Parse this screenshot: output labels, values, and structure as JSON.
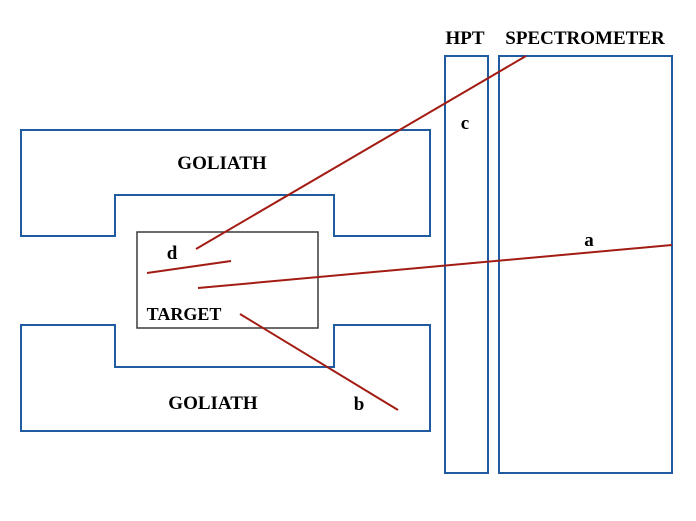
{
  "colors": {
    "detector": "#1f5b9e",
    "target": "#3a3a3a",
    "track": "#a31c13",
    "label": "#000000"
  },
  "labels": {
    "hpt": "HPT",
    "spectrometer": "SPECTROMETER",
    "goliath_top": "GOLIATH",
    "goliath_bottom": "GOLIATH",
    "target": "TARGET",
    "track_a": "a",
    "track_b": "b",
    "track_c": "c",
    "track_d": "d"
  }
}
